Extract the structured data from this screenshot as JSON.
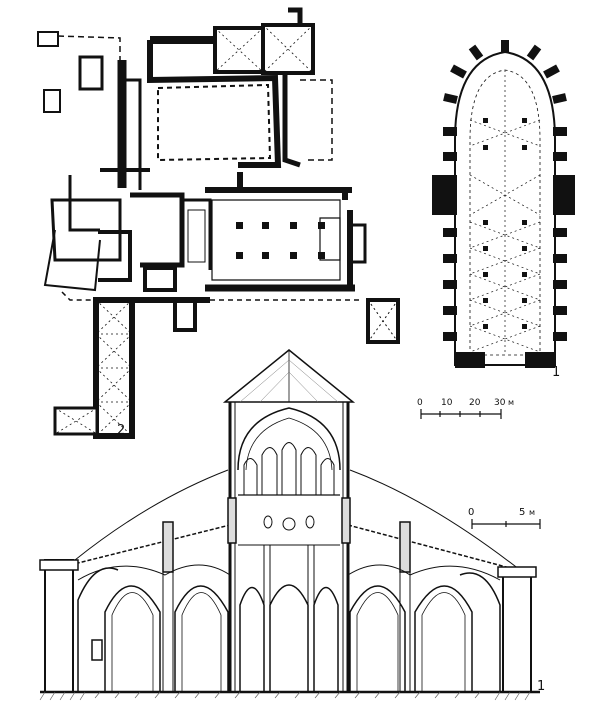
{
  "figure": {
    "plan_monastery": {
      "label": "2"
    },
    "plan_church": {
      "label": "1"
    },
    "scale_large": {
      "ticks": [
        "0",
        "10",
        "20",
        "30"
      ],
      "unit": "м"
    },
    "section": {
      "label": "1",
      "scale_ticks": [
        "0",
        "5"
      ],
      "scale_unit": "м"
    }
  },
  "colors": {
    "ink": "#111111",
    "paper": "#ffffff"
  }
}
